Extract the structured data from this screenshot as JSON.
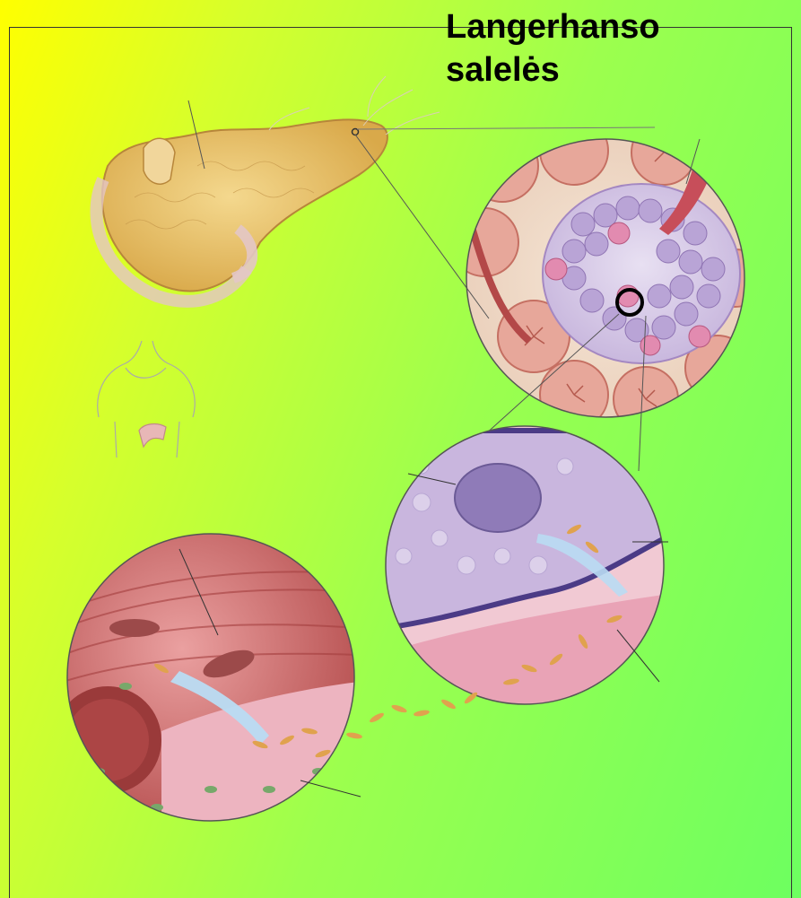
{
  "slide": {
    "title": "Langerhanso\nsalelės",
    "background_gradient": [
      "#ffff00",
      "#6dff60"
    ]
  },
  "illustrations": [
    "pancreas-organ",
    "torso-outline",
    "islet-of-langerhans-magnified",
    "beta-cell-insulin-release",
    "muscle-tissue-insulin-uptake"
  ]
}
